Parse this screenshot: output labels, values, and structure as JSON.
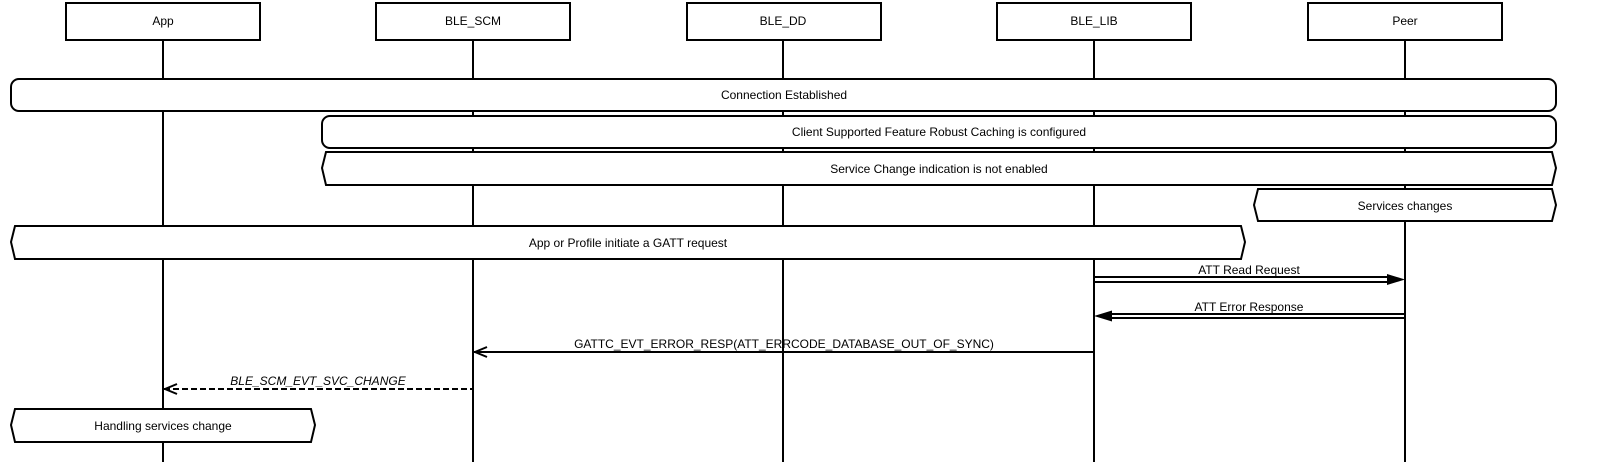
{
  "participants": [
    "App",
    "BLE_SCM",
    "BLE_DD",
    "BLE_LIB",
    "Peer"
  ],
  "notes": {
    "connection": "Connection Established",
    "robust_caching": "Client Supported Feature Robust Caching is configured",
    "indication": "Service Change indication is not enabled",
    "services_changes": "Services changes",
    "gatt_request": "App or Profile initiate a GATT request",
    "handling": "Handling services change"
  },
  "messages": {
    "read_request": "ATT Read Request",
    "error_response": "ATT Error Response",
    "error_resp_evt": "GATTC_EVT_ERROR_RESP(ATT_ERRCODE_DATABASE_OUT_OF_SYNC)",
    "svc_change_evt": "BLE_SCM_EVT_SVC_CHANGE"
  }
}
